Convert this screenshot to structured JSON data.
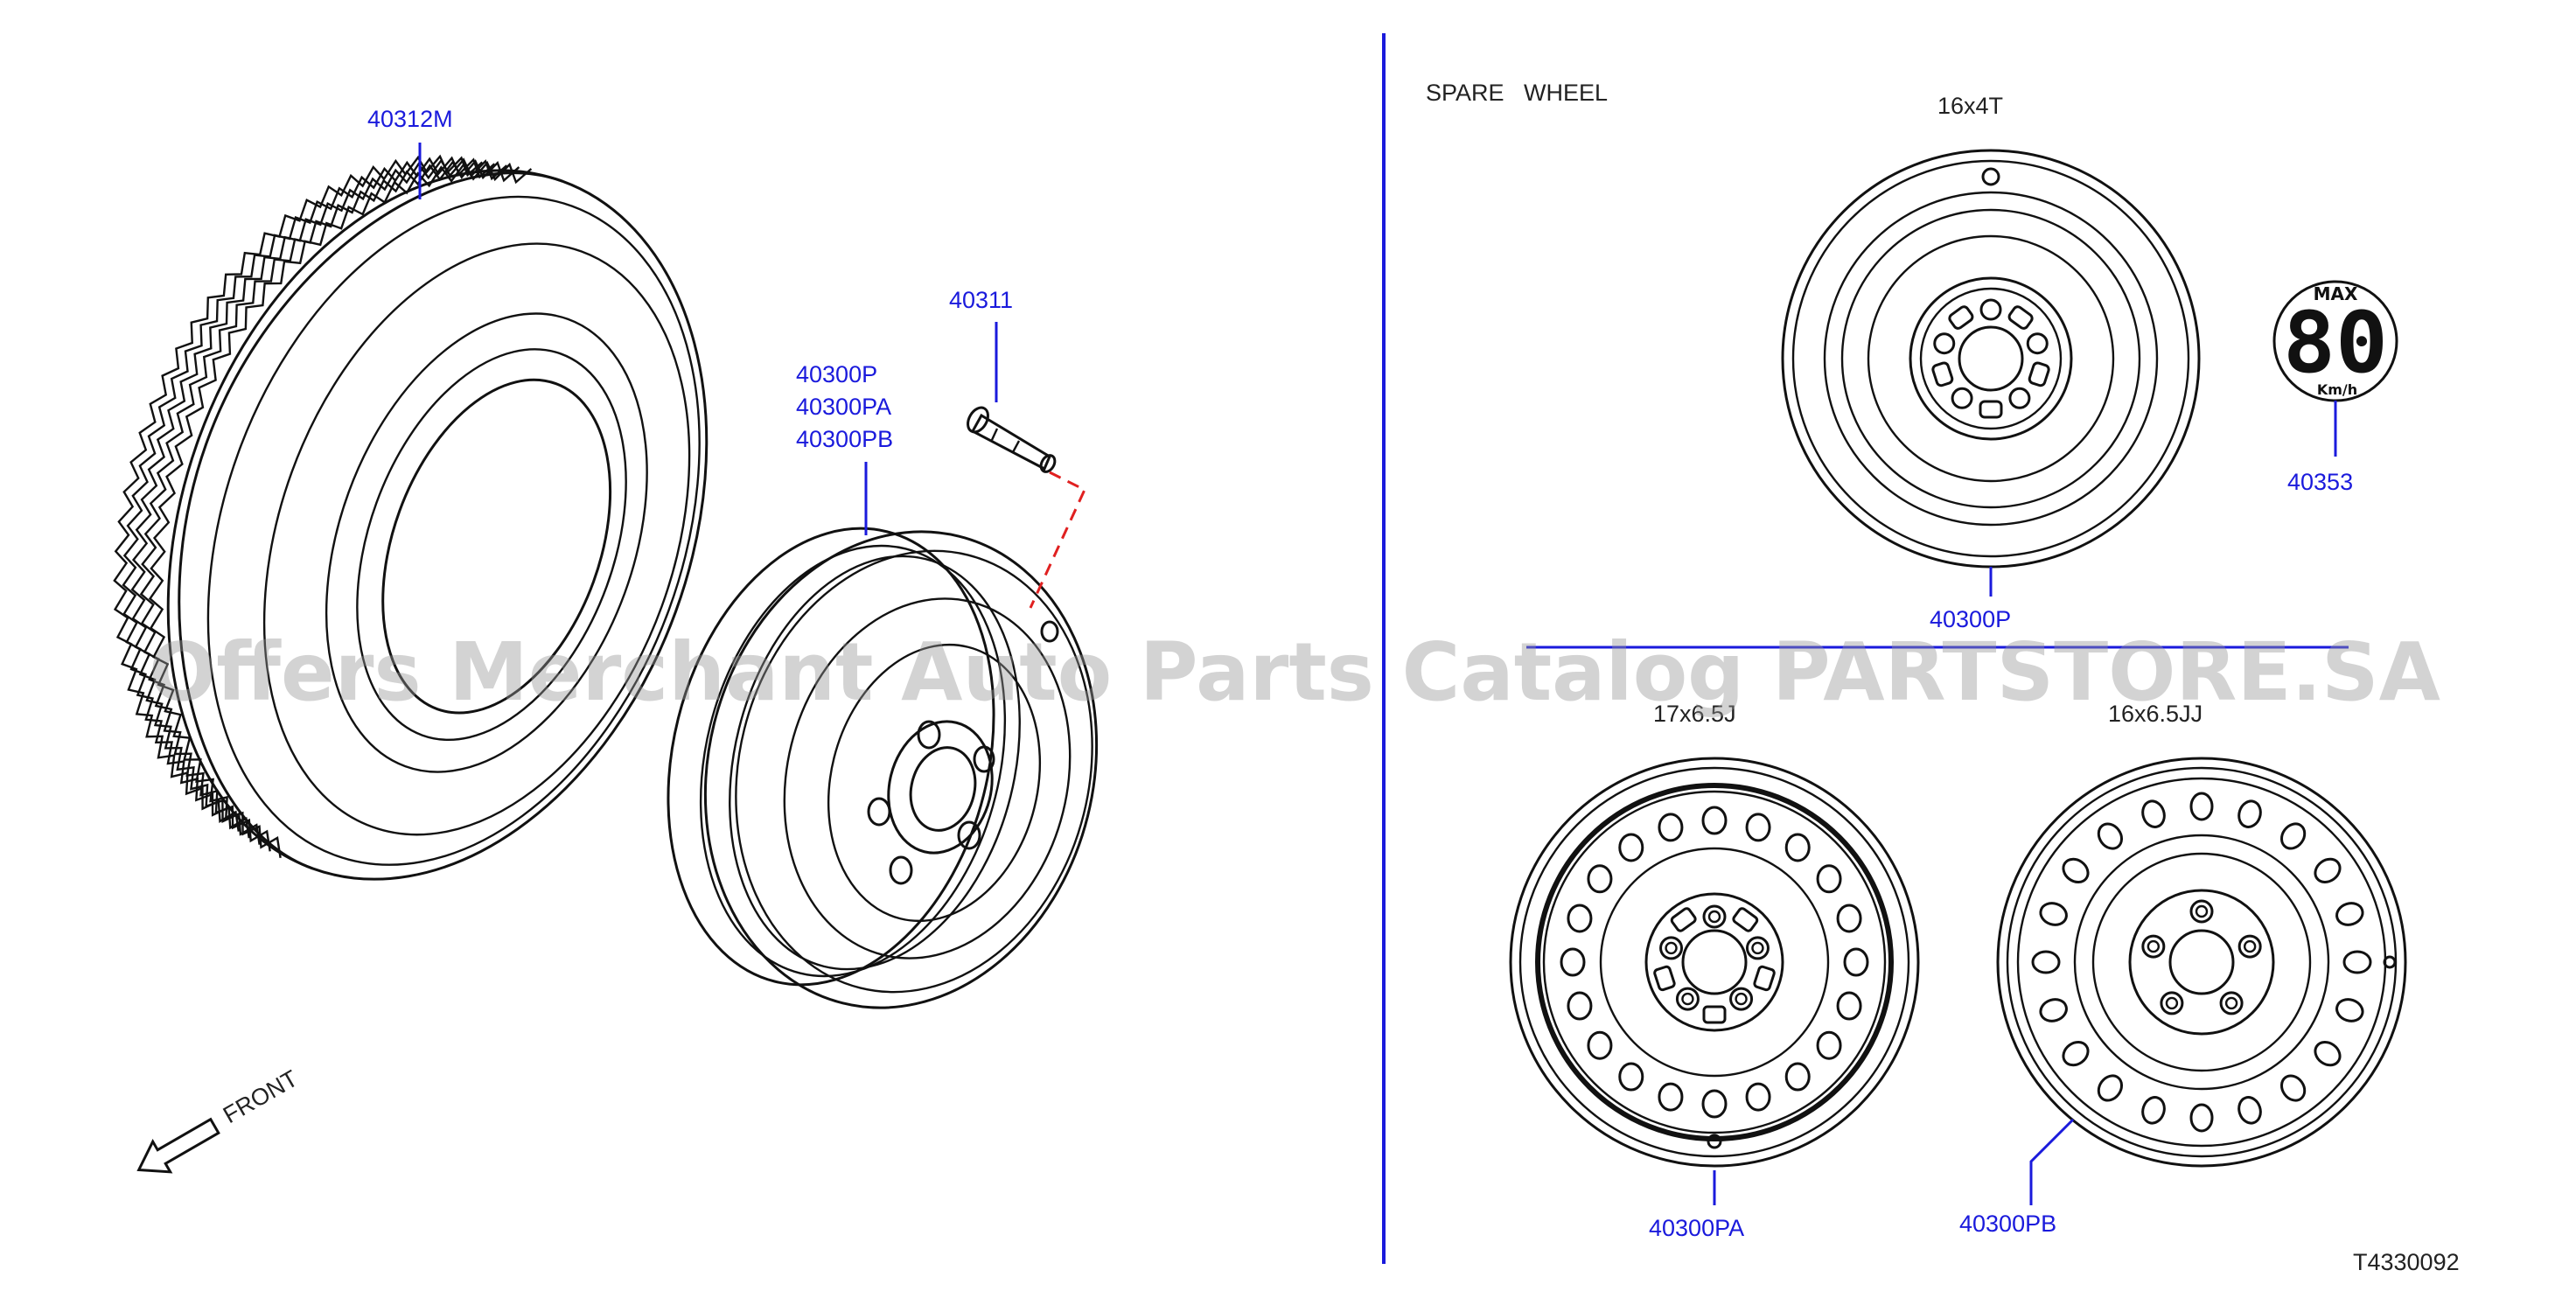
{
  "labels": {
    "tire": "40312M",
    "wheel_1": "40300P",
    "wheel_2": "40300PA",
    "wheel_3": "40300PB",
    "valve": "40311",
    "spare_part": "40300P",
    "label_part": "40353",
    "steel_a": "40300PA",
    "steel_b": "40300PB"
  },
  "text": {
    "spare_wheel": "SPARE   WHEEL",
    "spare_size": "16x4T",
    "steel_a_size": "17x6.5J",
    "steel_b_size": "16x6.5JJ",
    "front": "FRONT",
    "diagram_code": "T4330092",
    "watermark": "Offers Merchant Auto Parts Catalog PARTSTORE.SA"
  },
  "speed_label": {
    "max": "MAX",
    "speed": "80",
    "unit": "Km/h"
  },
  "colors": {
    "callout": "#1a1adc",
    "divider": "#1a1adc",
    "valve_dash": "#e02020",
    "line": "#111111"
  }
}
